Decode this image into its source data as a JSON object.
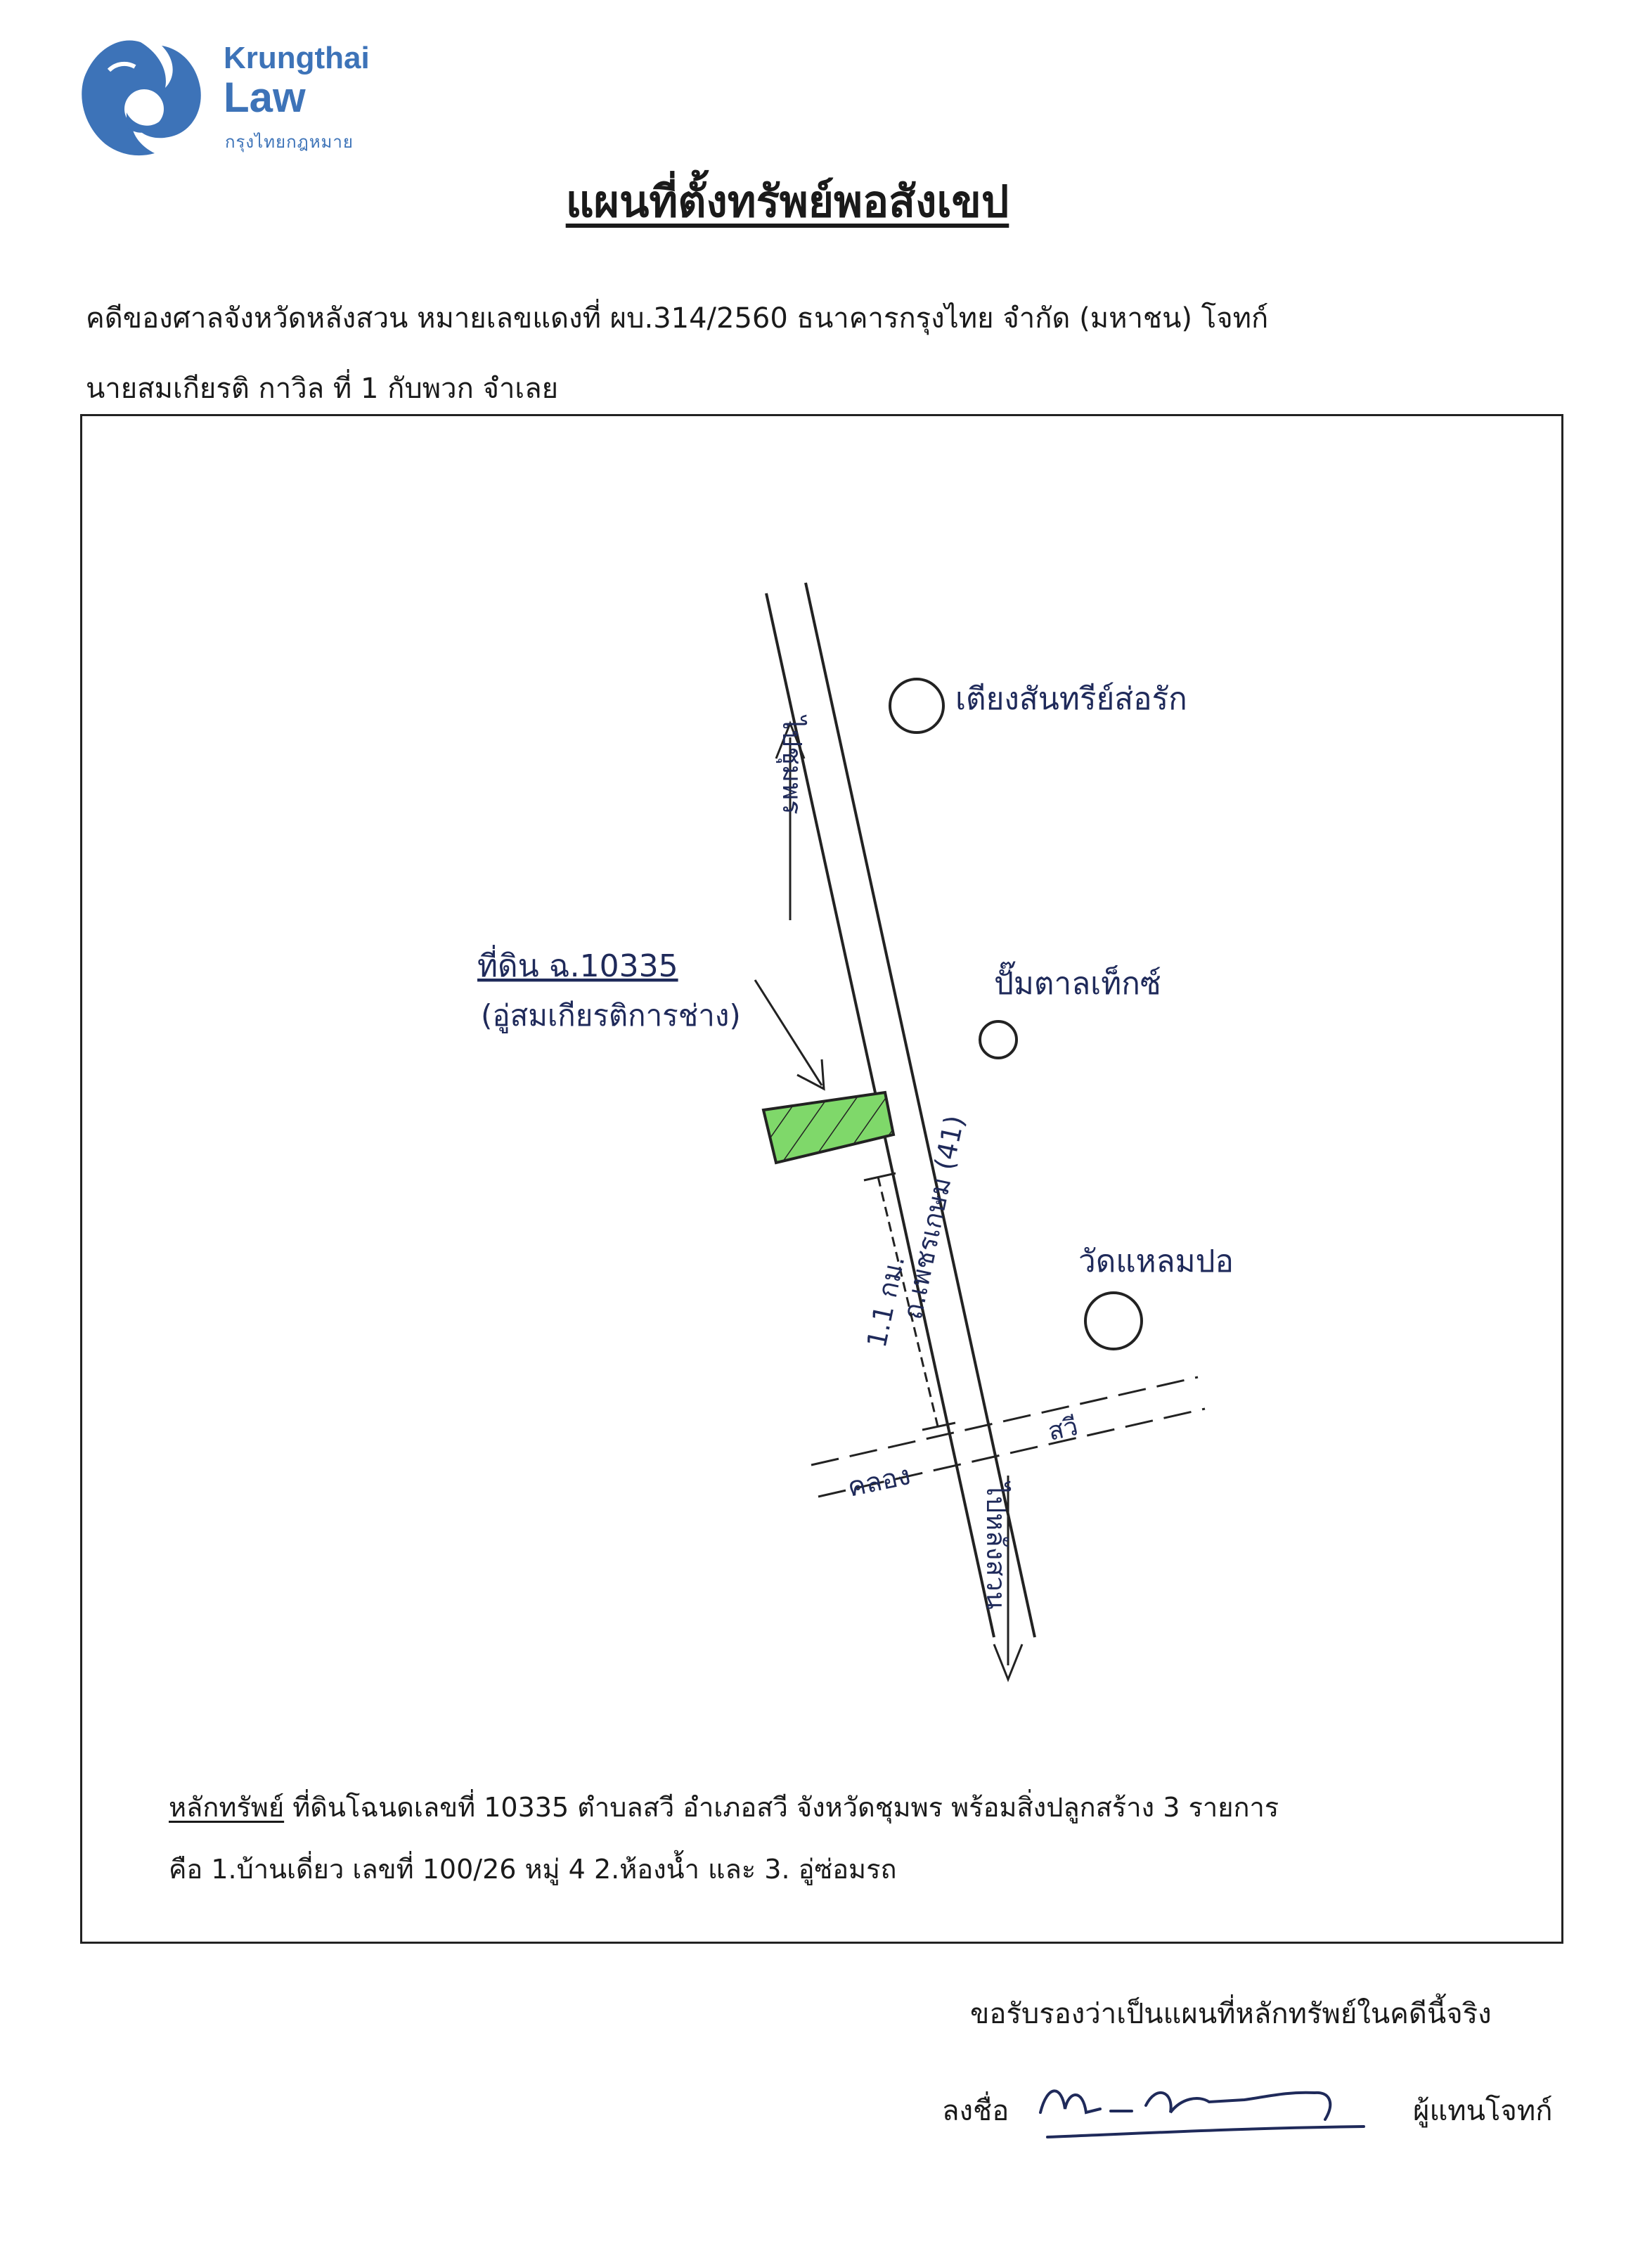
{
  "header": {
    "logo_line1": "Krungthai",
    "logo_line2": "Law",
    "logo_line3": "กรุงไทยกฎหมาย",
    "title": "แผนที่ตั้งทรัพย์พอสังเขป"
  },
  "case": {
    "line1": "คดีของศาลจังหวัดหลังสวน  หมายเลขแดงที่  ผบ.314/2560  ธนาคารกรุงไทย จำกัด (มหาชน) โจทก์",
    "line2": "นายสมเกียรติ  กาวิล ที่ 1 กับพวก จำเลย"
  },
  "map": {
    "road_top": "ไปชุมพร",
    "road_bottom": "ไปหลังสวน",
    "road_name": "ถ.เพชรเกษม (41)",
    "landmark_1": "เตียงสันทรีย์ส่อรัก",
    "landmark_2": "ปั๊มตาลเท็กซ์",
    "landmark_3": "วัดแหลมปอ",
    "parcel_label": "ที่ดิน ฉ.10335",
    "parcel_sub": "(อู่สมเกียรติการช่าง)",
    "distance": "1.1 กม.",
    "canal": "คลอง",
    "canal_name": "สวี"
  },
  "asset": {
    "label": "หลักทรัพย์",
    "line1": " ที่ดินโฉนดเลขที่  10335  ตำบลสวี  อำเภอสวี  จังหวัดชุมพร  พร้อมสิ่งปลูกสร้าง  3 รายการ",
    "line2": "คือ  1.บ้านเดี่ยว เลขที่  100/26 หมู่ 4   2.ห้องน้ำ   และ 3. อู่ซ่อมรถ"
  },
  "footer": {
    "certify": "ขอรับรองว่าเป็นแผนที่หลักทรัพย์ในคดีนี้จริง",
    "sign_label": "ลงชื่อ",
    "representative": "ผู้แทนโจทก์"
  },
  "colors": {
    "logo_blue": "#3d73b8",
    "parcel_green": "#7fd86a",
    "ink": "#1a1a1a"
  }
}
